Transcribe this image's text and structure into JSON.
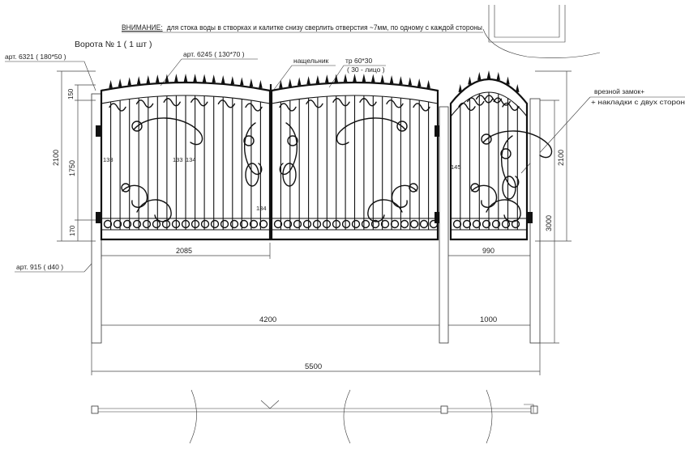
{
  "notice": {
    "prefix": "ВНИМАНИЕ:",
    "text": "для стока воды в створках и калитке снизу сверлить отверстия ~7мм, по одному с каждой стороны"
  },
  "title": "Ворота № 1 ( 1 шт )",
  "callouts": {
    "art_6321": "арт. 6321 ( 180*50 )",
    "art_6245": "арт. 6245 ( 130*70 )",
    "nashchelnik": "нащельник",
    "tube_1": "тр 60*30",
    "tube_2": "( 30 - лицо )",
    "lock_1": "врезной замок+",
    "lock_2": "+ накладки с двух сторон",
    "art_915": "арт. 915 ( d40 )"
  },
  "dimensions": {
    "top_150": "150",
    "left_2100": "2100",
    "left_1750": "1750",
    "bottom_170": "170",
    "right_2100": "2100",
    "right_3000": "3000",
    "leaf_2085": "2085",
    "wicket_990": "990",
    "gate_4200": "4200",
    "wicket_1000": "1000",
    "total_5500": "5500",
    "gap_133a": "133",
    "gap_133b": "133",
    "gap_134a": "134",
    "gap_134b": "134",
    "gap_145": "145"
  }
}
